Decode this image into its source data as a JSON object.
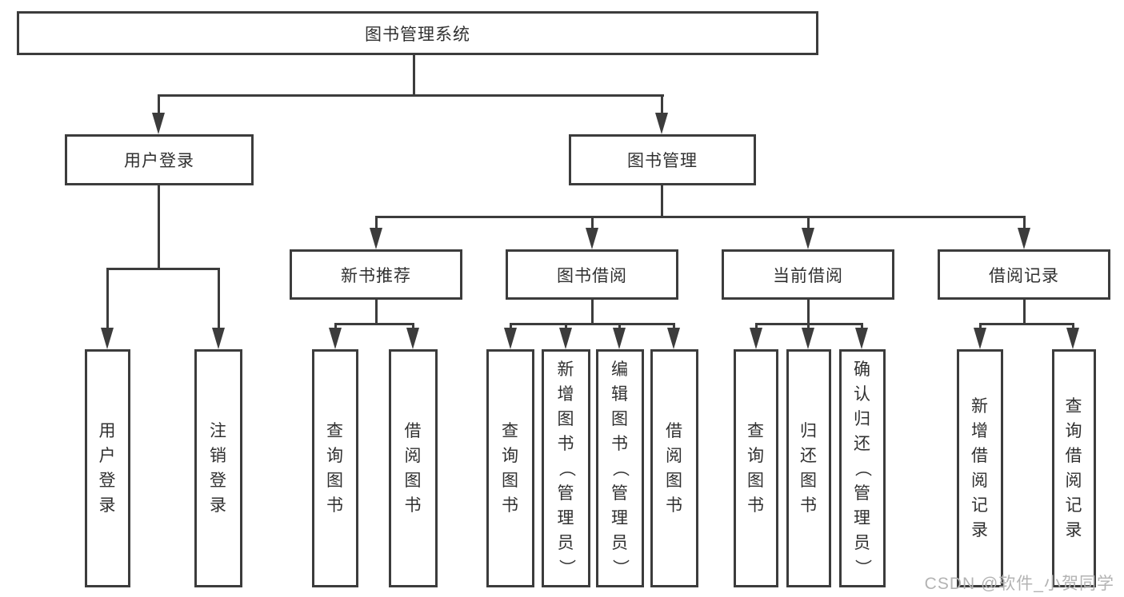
{
  "tree": {
    "root": "图书管理系统",
    "children": [
      {
        "label": "用户登录",
        "children": [
          {
            "label": "用户登录"
          },
          {
            "label": "注销登录"
          }
        ]
      },
      {
        "label": "图书管理",
        "children": [
          {
            "label": "新书推荐",
            "children": [
              {
                "label": "查询图书"
              },
              {
                "label": "借阅图书"
              }
            ]
          },
          {
            "label": "图书借阅",
            "children": [
              {
                "label": "查询图书"
              },
              {
                "label": "新增图书（管理员）"
              },
              {
                "label": "编辑图书（管理员）"
              },
              {
                "label": "借阅图书"
              }
            ]
          },
          {
            "label": "当前借阅",
            "children": [
              {
                "label": "查询图书"
              },
              {
                "label": "归还图书"
              },
              {
                "label": "确认归还（管理员）"
              }
            ]
          },
          {
            "label": "借阅记录",
            "children": [
              {
                "label": "新增借阅记录"
              },
              {
                "label": "查询借阅记录"
              }
            ]
          }
        ]
      }
    ]
  },
  "watermark": {
    "text": "CSDN @软件_小贺同学"
  },
  "colors": {
    "line": "#3c3c3c",
    "text": "#303030",
    "background": "#ffffff",
    "watermark": "#b3b3b3"
  }
}
